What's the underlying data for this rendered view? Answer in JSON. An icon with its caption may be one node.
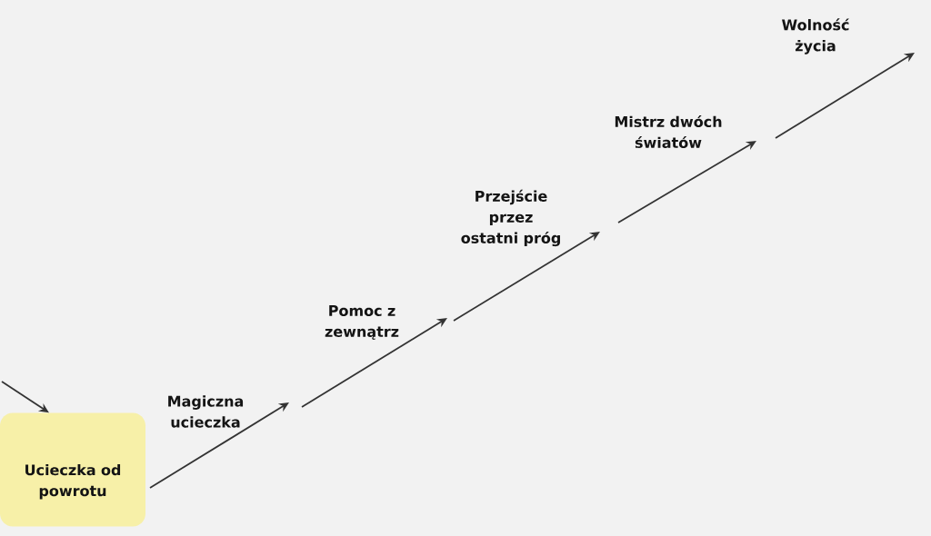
{
  "diagram": {
    "nodes": [
      {
        "text": [
          "Ucieczka od powrotu"
        ]
      },
      {
        "text": [
          "Magiczna ucieczka"
        ]
      },
      {
        "text": [
          "Pomoc z zewnątrz"
        ]
      },
      {
        "text": [
          "Przejście przez ostatni próg"
        ]
      },
      {
        "text": [
          "Mistrz dwóch światów"
        ]
      },
      {
        "text": [
          "Wolność życia"
        ]
      }
    ],
    "edges": [
      {
        "from": null,
        "to": 0,
        "arrow": "to"
      },
      {
        "from": 0,
        "to": 1,
        "arrow": "to"
      },
      {
        "from": 1,
        "to": 2,
        "arrow": "to"
      },
      {
        "from": 2,
        "to": 3,
        "arrow": "to"
      },
      {
        "from": 3,
        "to": 4,
        "arrow": "to"
      },
      {
        "from": 4,
        "to": 5,
        "arrow": "to"
      }
    ]
  }
}
